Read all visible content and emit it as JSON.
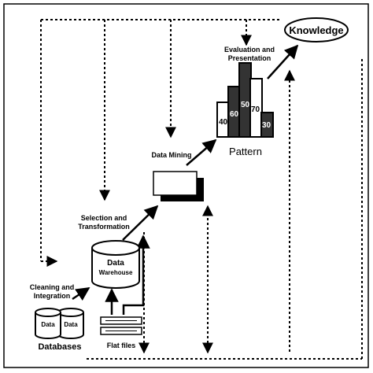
{
  "labels": {
    "knowledge": "Knowledge",
    "evaluation_line1": "Evaluation and",
    "evaluation_line2": "Presentation",
    "pattern": "Pattern",
    "data_mining": "Data Mining",
    "selection_line1": "Selection and",
    "selection_line2": "Transformation",
    "cleaning_line1": "Cleaning and",
    "cleaning_line2": "Integration",
    "warehouse_line1": "Data",
    "warehouse_line2": "Warehouse",
    "database_left": "Data",
    "database_right": "Data",
    "databases": "Databases",
    "flat_files": "Flat files"
  },
  "pattern_bars": [
    "40",
    "60",
    "50",
    "70",
    "30"
  ]
}
